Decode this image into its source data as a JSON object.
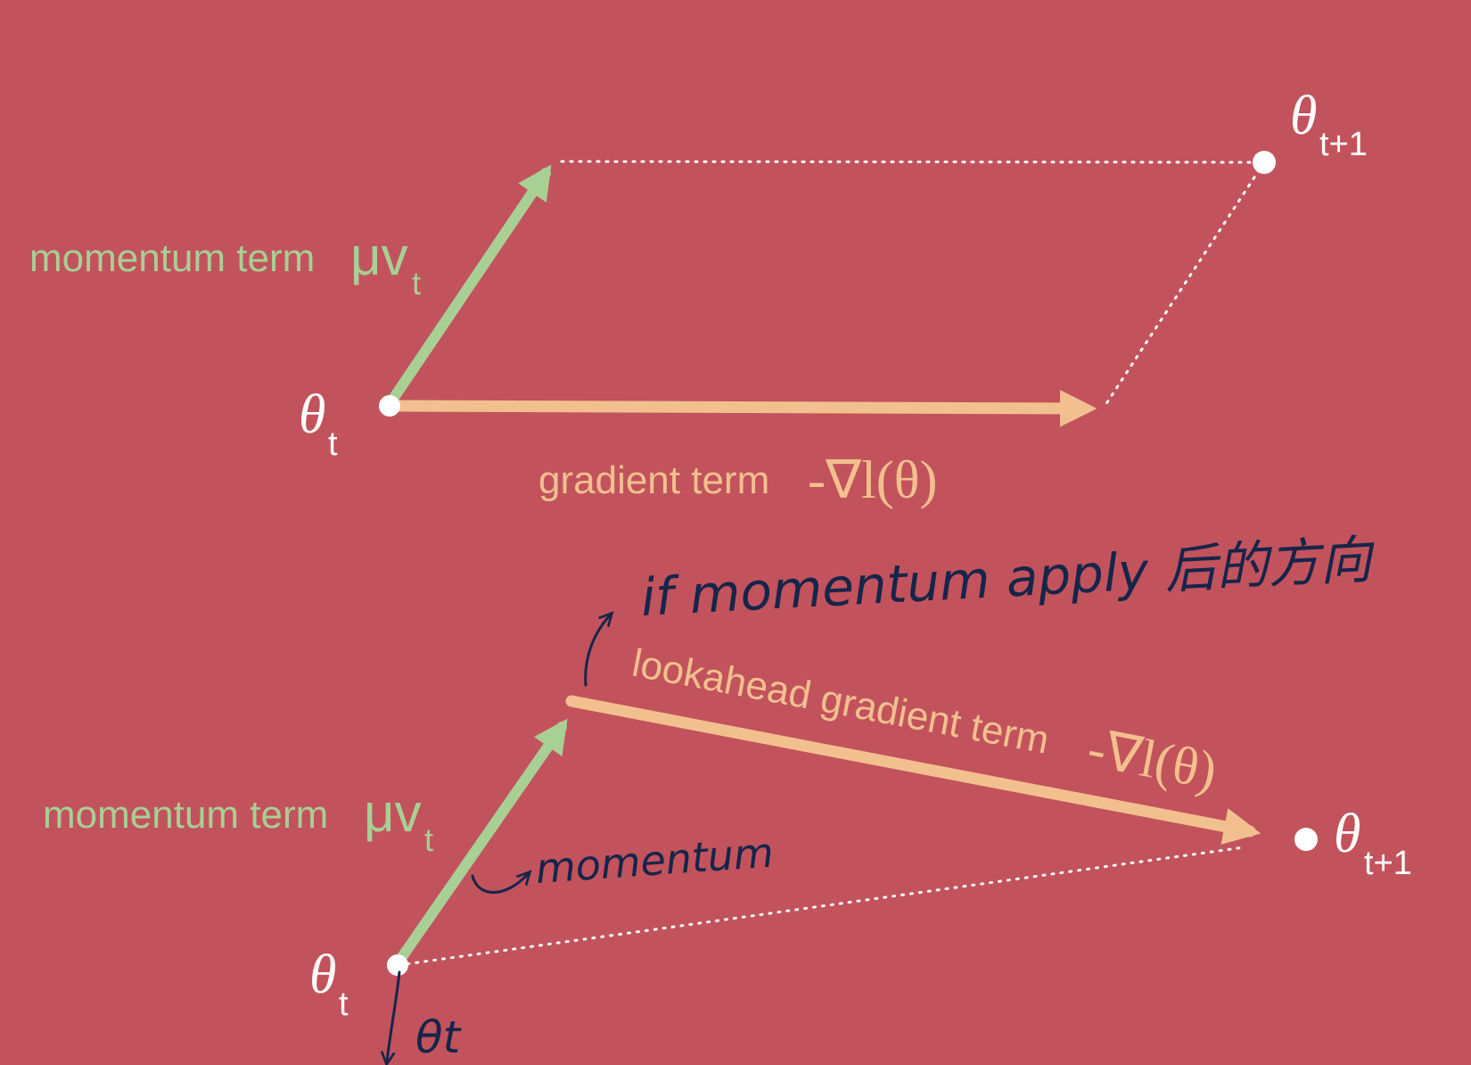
{
  "colors": {
    "background": "#c2535c",
    "momentum": "#a8cf94",
    "gradient": "#f2c08f",
    "point": "#ffffff",
    "handwriting": "#16254a"
  },
  "top_diagram": {
    "momentum_label": "momentum term",
    "momentum_symbol": "μv",
    "momentum_subscript": "t",
    "gradient_label": "gradient term",
    "gradient_symbol": "-∇l(θ)",
    "start_symbol": "θ",
    "start_subscript": "t",
    "end_symbol": "θ",
    "end_subscript": "t+1"
  },
  "bottom_diagram": {
    "momentum_label": "momentum term",
    "momentum_symbol": "μv",
    "momentum_subscript": "t",
    "gradient_label": "lookahead gradient term",
    "gradient_symbol": "-∇l(θ)",
    "start_symbol": "θ",
    "start_subscript": "t",
    "end_symbol": "θ",
    "end_subscript": "t+1"
  },
  "handwritten_notes": {
    "note_top": "if momentum apply 后的方向",
    "note_momentum": "momentum",
    "note_theta": "θt"
  }
}
